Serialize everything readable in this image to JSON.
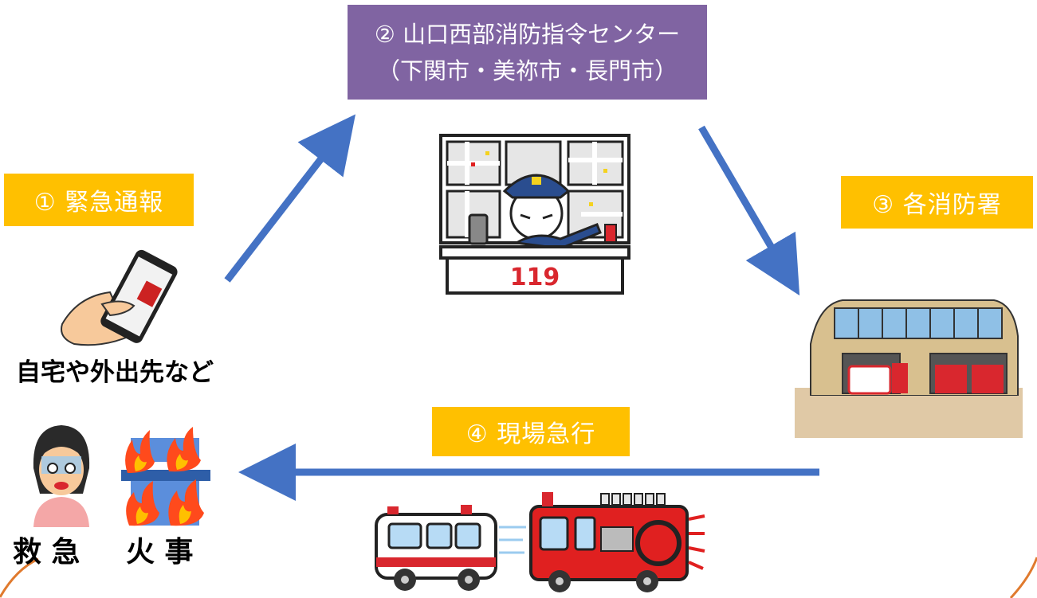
{
  "center": {
    "line1": "② 山口西部消防指令センター",
    "line2": "（下関市・美祢市・長門市）"
  },
  "steps": {
    "call": "① 緊急通報",
    "stations": "③ 各消防署",
    "dispatch": "④ 現場急行"
  },
  "labels": {
    "caller_location": "自宅や外出先など",
    "emergency": "救 急",
    "fire": "火 事",
    "desk_number": "119"
  },
  "colors": {
    "arrow": "#4472C4",
    "center_box": "#8064A2",
    "step_box": "#FFC000",
    "frame_curve": "#E07A2E"
  }
}
